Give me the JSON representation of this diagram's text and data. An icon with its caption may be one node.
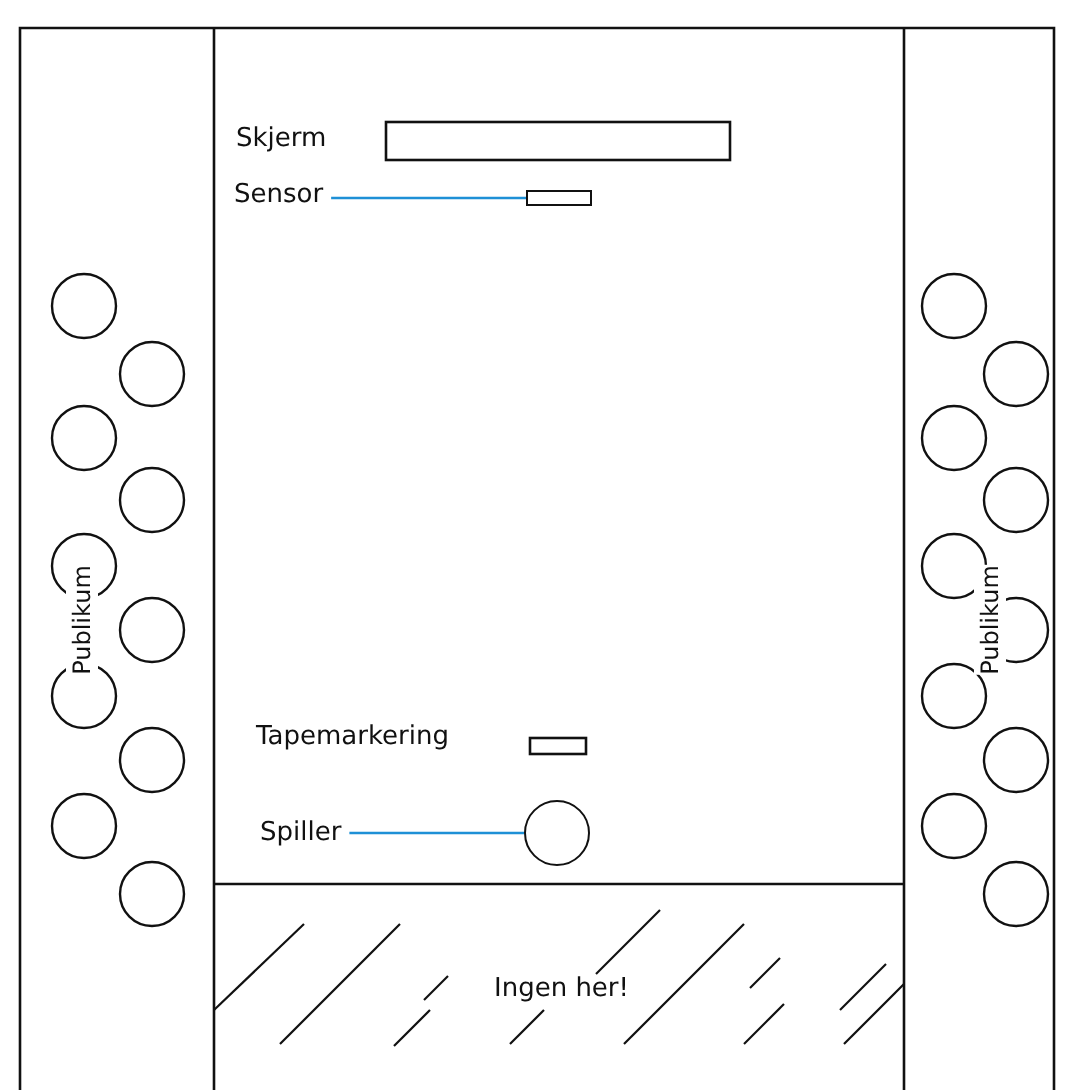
{
  "diagram": {
    "nodes": [
      {
        "text": [
          "Sensor"
        ]
      },
      {
        "text": [],
        "shape": "box"
      },
      {
        "text": [
          "Spiller"
        ]
      },
      {
        "text": [],
        "shape": "circle"
      }
    ],
    "edges": [
      {
        "from": 0,
        "to": 1,
        "arrow": "none",
        "color": "#1e90d6"
      },
      {
        "from": 2,
        "to": 3,
        "arrow": "none",
        "color": "#1e90d6"
      }
    ],
    "labels": [
      "Skjerm",
      "Tapemarkering",
      "Publikum",
      "Publikum",
      "Ingen her!"
    ]
  }
}
